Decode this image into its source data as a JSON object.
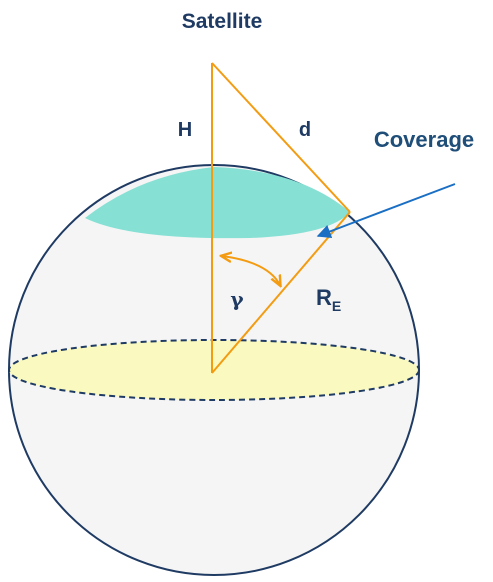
{
  "labels": {
    "satellite": "Satellite",
    "height": "H",
    "distance": "d",
    "coverage": "Coverage",
    "angle": "γ",
    "earth_radius_main": "R",
    "earth_radius_sub": "E"
  },
  "colors": {
    "sphere_fill": "#f5f5f5",
    "sphere_outline": "#1f3b63",
    "equator_fill": "#fafac0",
    "coverage_cap": "#86e0d4",
    "triangle": "#f39c12",
    "coverage_arrow": "#1a6fc4",
    "label_text": "#1f3b63"
  }
}
